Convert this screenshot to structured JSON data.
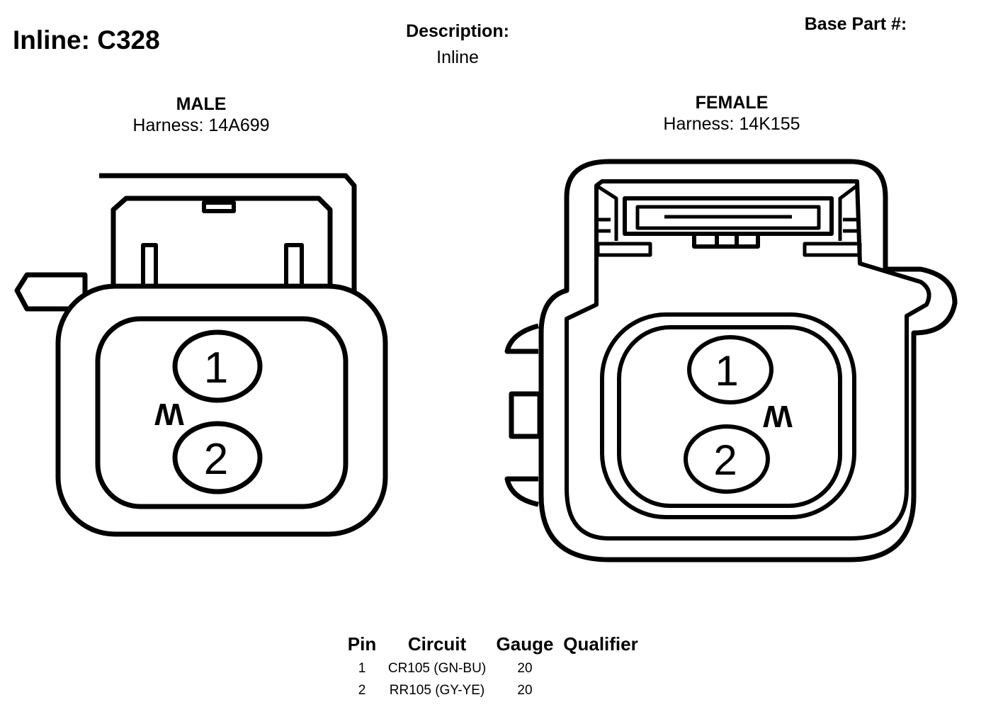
{
  "header": {
    "title": "Inline: C328",
    "description_label": "Description:",
    "description_value": "Inline",
    "base_part_label": "Base Part #:"
  },
  "male": {
    "label": "MALE",
    "harness": "Harness: 14A699",
    "pins": [
      "1",
      "2"
    ],
    "key_mark": "W"
  },
  "female": {
    "label": "FEMALE",
    "harness": "Harness: 14K155",
    "pins": [
      "1",
      "2"
    ],
    "key_mark": "W"
  },
  "pin_table": {
    "headers": [
      "Pin",
      "Circuit",
      "Gauge",
      "Qualifier"
    ],
    "rows": [
      {
        "pin": "1",
        "circuit": "CR105 (GN-BU)",
        "gauge": "20",
        "qualifier": ""
      },
      {
        "pin": "2",
        "circuit": "RR105 (GY-YE)",
        "gauge": "20",
        "qualifier": ""
      }
    ]
  }
}
